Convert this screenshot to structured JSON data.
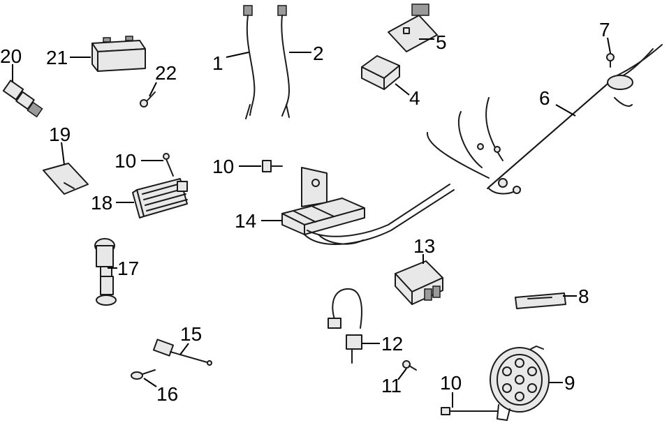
{
  "labels": {
    "p1": "1",
    "p2": "2",
    "p4": "4",
    "p5": "5",
    "p6": "6",
    "p7": "7",
    "p8": "8",
    "p9": "9",
    "p10a": "10",
    "p10b": "10",
    "p10c": "10",
    "p11": "11",
    "p12": "12",
    "p13": "13",
    "p14": "14",
    "p15": "15",
    "p16": "16",
    "p17": "17",
    "p18": "18",
    "p19": "19",
    "p20": "20",
    "p21": "21",
    "p22": "22"
  }
}
